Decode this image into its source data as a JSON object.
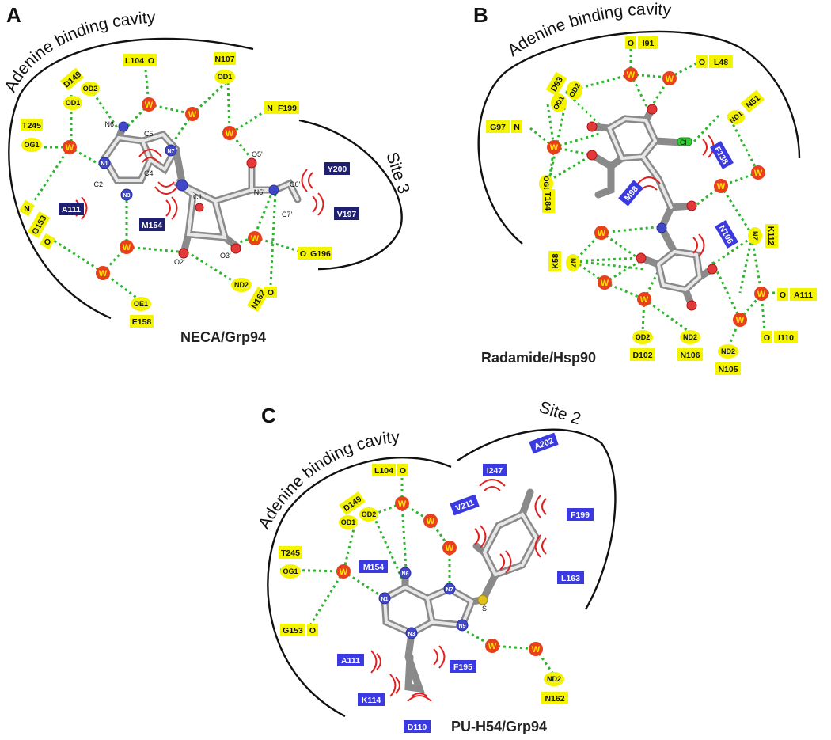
{
  "panels": [
    {
      "letter": "A",
      "title": "NECA/Grp94",
      "cavity": "Adenine binding cavity",
      "site": "Site 3"
    },
    {
      "letter": "B",
      "title": "Radamide/Hsp90",
      "cavity": "Adenine binding cavity"
    },
    {
      "letter": "C",
      "title": "PU-H54/Grp94",
      "cavity": "Adenine binding cavity",
      "site": "Site 2"
    }
  ],
  "water_label": "W",
  "A": {
    "residues_y": [
      "L104",
      "N107",
      "F199",
      "T245",
      "D149",
      "G153",
      "E158",
      "N162",
      "G196"
    ],
    "atoms_y": [
      "O",
      "OD1",
      "N",
      "OG1",
      "OD1",
      "OD2",
      "N",
      "O",
      "OE1",
      "ND2",
      "O",
      "O"
    ],
    "residues_b": [
      "A111",
      "M154",
      "Y200",
      "V197"
    ],
    "ligand_atoms": [
      "N6",
      "C5",
      "N7",
      "N1",
      "C4",
      "C2",
      "N3",
      "C1'",
      "O5'",
      "N5'",
      "C6'",
      "C7'",
      "O2'",
      "O3'"
    ]
  },
  "B": {
    "residues_y": [
      "I91",
      "L48",
      "D93",
      "N51",
      "G97",
      "T184",
      "K58",
      "K112",
      "A111",
      "D102",
      "N106",
      "I110",
      "N105"
    ],
    "atoms_y": [
      "O",
      "O",
      "OD1",
      "OD2",
      "ND1",
      "N",
      "OG1",
      "NZ",
      "NZ",
      "O",
      "OD2",
      "ND2",
      "O",
      "ND2"
    ],
    "residues_b": [
      "F138",
      "M98",
      "N106"
    ],
    "ligand_atoms": [
      "Cl"
    ]
  },
  "C": {
    "residues_y": [
      "L104",
      "D149",
      "T245",
      "G153",
      "N162"
    ],
    "atoms_y": [
      "O",
      "OD1",
      "OD2",
      "OG1",
      "O",
      "ND2"
    ],
    "residues_b": [
      "A202",
      "I247",
      "V211",
      "F199",
      "M154",
      "L163",
      "A111",
      "F195",
      "K114",
      "D110"
    ],
    "ligand_atoms": [
      "N6",
      "N1",
      "N7",
      "N3",
      "N9",
      "S"
    ]
  }
}
